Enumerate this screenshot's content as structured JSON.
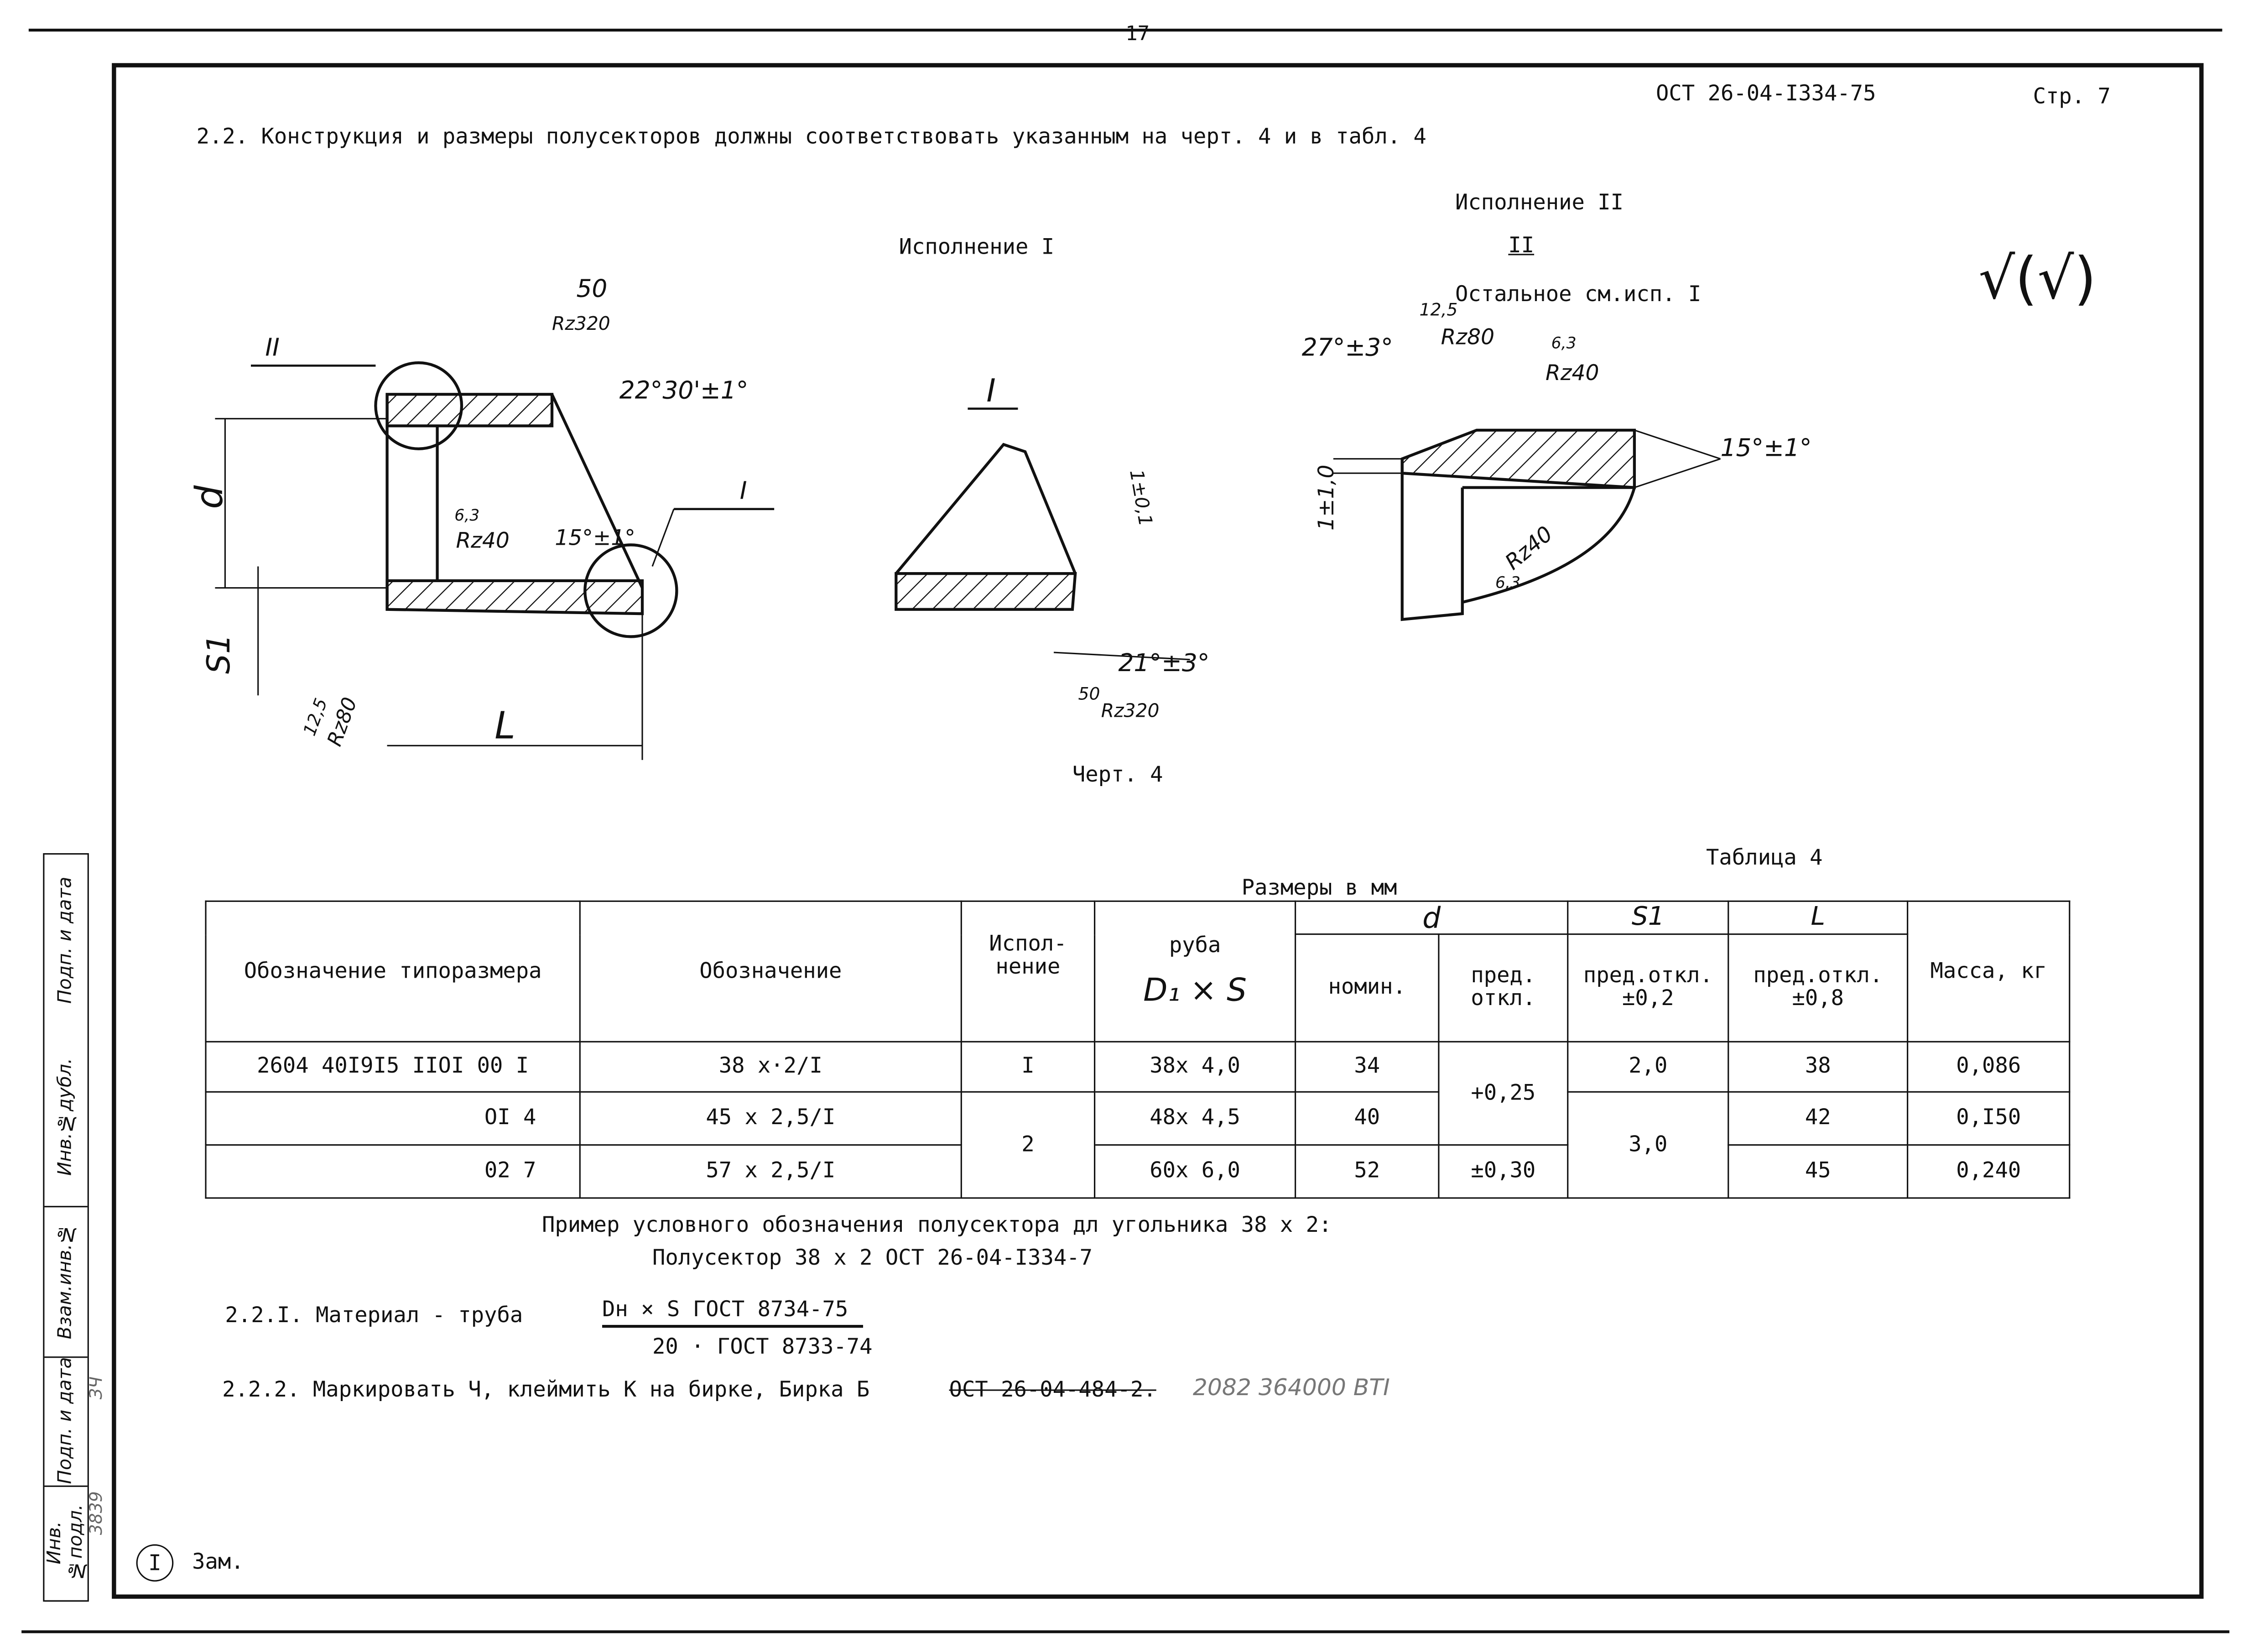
{
  "page_number_top": "17",
  "header": {
    "doc_code": "ОСТ 26-04-I334-75",
    "page": "Стр. 7"
  },
  "intro": "2.2. Конструкция и размеры полусекторов должны соответствовать указанным на черт. 4 и в табл. 4",
  "drawing": {
    "variant1_title": "Исполнение I",
    "variant2_title": "Исполнение II",
    "variant2_mark": "II",
    "variant2_note": "Остальное см.исп. I",
    "caption": "Черт. 4",
    "roughness_mark": "√(√)",
    "labels": {
      "v1_rough_top_val": "50",
      "v1_rough_top": "Rz320",
      "v1_angle": "22°30'±1°",
      "v1_view2": "II",
      "v1_d": "d",
      "v1_view1": "I",
      "v1_rough_in_val": "6,3",
      "v1_rough_in": "Rz40",
      "v1_angle_in": "15°±1°",
      "v1_s1": "S1",
      "v1_rough_bot_val": "12,5",
      "v1_rough_bot": "Rz80",
      "v1_L": "L",
      "detail1_title": "I",
      "detail1_dim": "1±0,1",
      "detail1_angle": "21°±3°",
      "detail1_rough_val": "50",
      "detail1_rough": "Rz320",
      "v2_angle_left": "27°±3°",
      "v2_rough1_val": "12,5",
      "v2_rough1": "Rz80",
      "v2_rough2_val": "6,3",
      "v2_rough2": "Rz40",
      "v2_angle_right": "15°±1°",
      "v2_dim": "1±1,0",
      "v2_rough3": "Rz40",
      "v2_rough3_val": "6,3"
    }
  },
  "table": {
    "title": "Таблица 4",
    "units": "Размеры в мм",
    "headers": {
      "type_code": "Обозначение типоразмера",
      "designation": "Обозначение",
      "variant": "Испол- нение",
      "pipe": "руба",
      "pipe_dims": "D₁ × S",
      "d": "d",
      "s1": "S1",
      "L": "L",
      "nominal": "номин.",
      "tol": "пред. откл.",
      "s1_tol": "пред.откл. ±0,2",
      "L_tol": "пред.откл. ±0,8",
      "mass": "Масса, кг"
    },
    "rows": [
      {
        "type_code": "2604 40I9I5 IIOI 00 I",
        "designation": "38 x·2/I",
        "variant": "I",
        "pipe": "38x 4,0",
        "d_nom": "34",
        "d_tol": "+0,25",
        "s1": "2,0",
        "L": "38",
        "mass": "0,086"
      },
      {
        "type_code": "OI 4",
        "designation": "45 x 2,5/I",
        "variant": "2",
        "pipe": "48x 4,5",
        "d_nom": "40",
        "d_tol": "",
        "s1": "3,0",
        "L": "42",
        "mass": "0,I50"
      },
      {
        "type_code": "02 7",
        "designation": "57 x 2,5/I",
        "variant": "",
        "pipe": "60x 6,0",
        "d_nom": "52",
        "d_tol": "±0,30",
        "s1": "",
        "L": "45",
        "mass": "0,240"
      }
    ]
  },
  "example": {
    "line1": "Пример условного обозначения полусектора дл угольника 38 x 2:",
    "line2": "Полусектор 38 x 2  ОСТ 26-04-I334-7"
  },
  "material": {
    "label": "2.2.I. Материал - труба",
    "numerator": "Dн × S  ГОСТ 8734-75",
    "denominator": "20 · ГОСТ 8733-74"
  },
  "marking": {
    "text": "2.2.2. Маркировать Ч, клеймить К на бирке, Бирка Б",
    "struck": "ОСТ 26-04-484-2.",
    "handwritten": "2082 364000 ВТI"
  },
  "change": {
    "number": "I",
    "label": "Зам."
  },
  "side_stamp": [
    "Инв.№подл.",
    "Подп. и дата",
    "Взам.инв.№",
    "Инв.№дубл.",
    "Подп. и дата"
  ],
  "side_values": [
    "3839",
    "ЗЧ"
  ]
}
